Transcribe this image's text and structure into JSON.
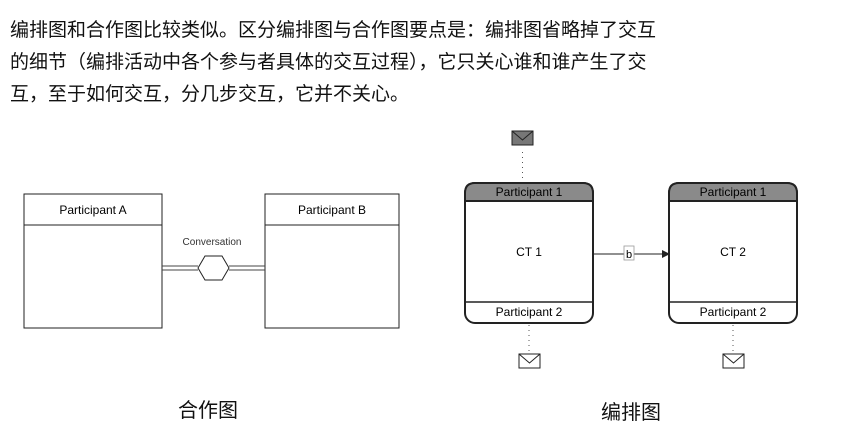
{
  "paragraph": {
    "lines": [
      "编排图和合作图比较类似。区分编排图与合作图要点是：编排图省略掉了交互",
      "的细节（编排活动中各个参与者具体的交互过程），它只关心谁和谁产生了交",
      "互，至于如何交互，分几步交互，它并不关心。"
    ]
  },
  "collaboration": {
    "participant_a": "Participant A",
    "participant_b": "Participant B",
    "conversation_label": "Conversation",
    "caption": "合作图"
  },
  "choreography": {
    "task1": {
      "top": "Participant 1",
      "name": "CT 1",
      "bottom": "Participant 2"
    },
    "task2": {
      "top": "Participant 1",
      "name": "CT 2",
      "bottom": "Participant 2"
    },
    "flow_label": "b",
    "caption": "编排图",
    "colors": {
      "header_band": "#8a8a8a",
      "border": "#222222"
    }
  },
  "icons": [
    "envelope-icon",
    "hexagon-conversation-icon",
    "arrow-icon"
  ]
}
